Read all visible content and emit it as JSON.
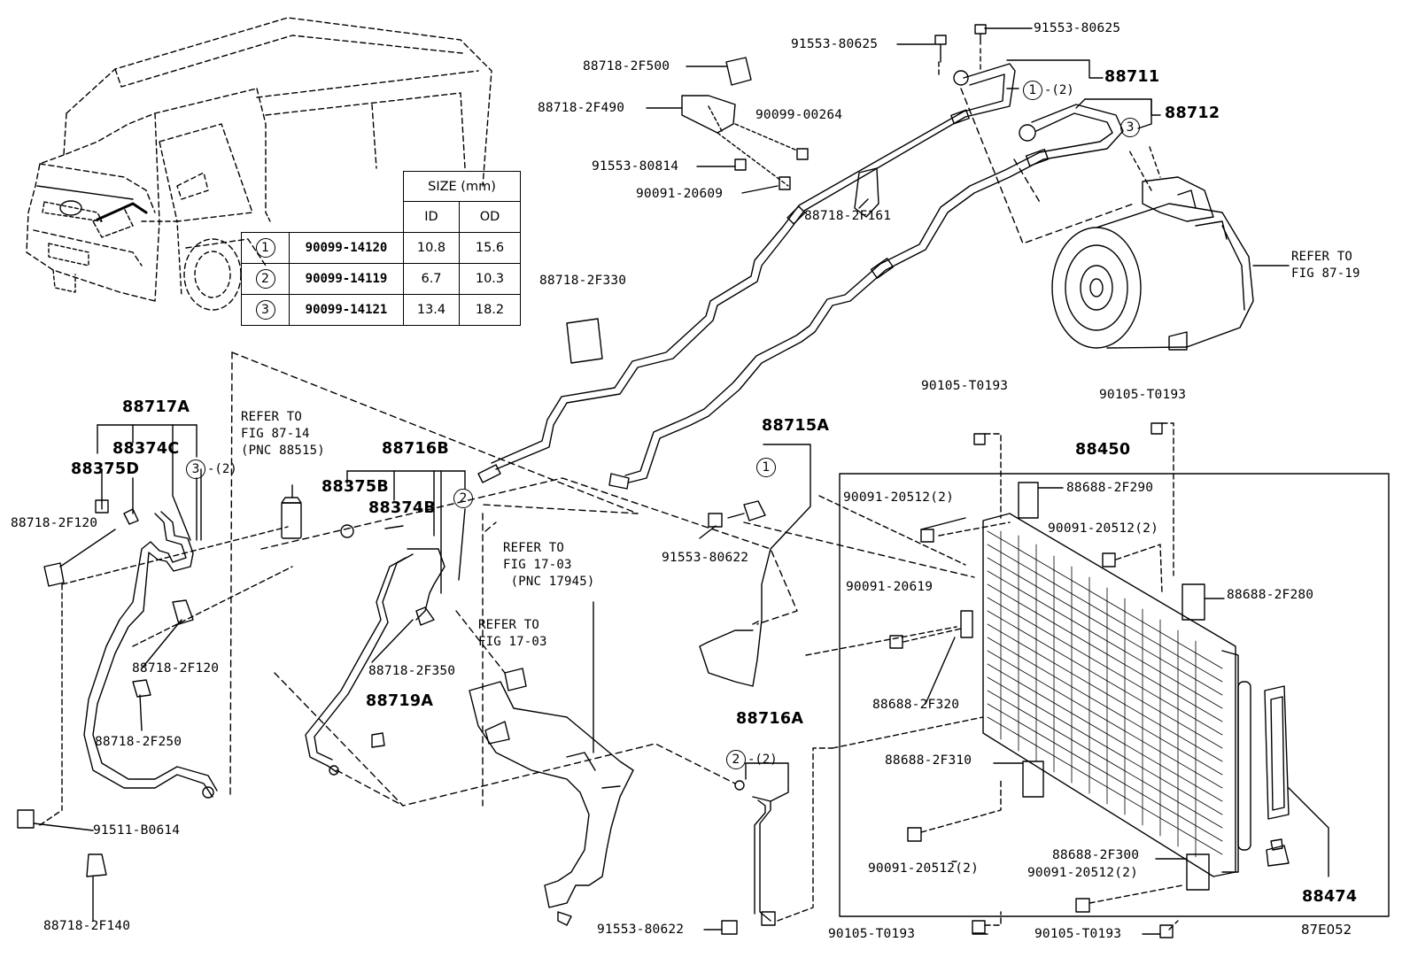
{
  "figure_code": "87E052",
  "size_table": {
    "header": "SIZE (mm)",
    "col_id": "ID",
    "col_od": "OD",
    "rows": [
      {
        "key": "1",
        "part": "90099-14120",
        "id": "10.8",
        "od": "15.6"
      },
      {
        "key": "2",
        "part": "90099-14119",
        "id": "6.7",
        "od": "10.3"
      },
      {
        "key": "3",
        "part": "90099-14121",
        "id": "13.4",
        "od": "18.2"
      }
    ]
  },
  "refs": {
    "fig_87_19": "REFER TO\nFIG 87-19",
    "fig_87_14": "REFER TO\nFIG 87-14\n(PNC 88515)",
    "fig_17_03_pnc": "REFER TO\nFIG 17-03\n (PNC 17945)",
    "fig_17_03": "REFER TO\nFIG 17-03"
  },
  "assemblies": {
    "a88711": "88711",
    "a88712": "88712",
    "a88717A": "88717A",
    "a88374C": "88374C",
    "a88375D": "88375D",
    "a88716B": "88716B",
    "a88375B": "88375B",
    "a88374B": "88374B",
    "a88715A": "88715A",
    "a88716A": "88716A",
    "a88719A": "88719A",
    "a88450": "88450",
    "a88474": "88474"
  },
  "circle_labels": {
    "c1_top": {
      "num": "1",
      "qty": "-(2)"
    },
    "c3_top": {
      "num": "3",
      "qty": ""
    },
    "c3_left": {
      "num": "3",
      "qty": "-(2)"
    },
    "c2_mid": {
      "num": "2",
      "qty": ""
    },
    "c1_mid": {
      "num": "1",
      "qty": ""
    },
    "c2_low": {
      "num": "2",
      "qty": "-(2)"
    }
  },
  "parts": {
    "p91553_80625_a": "91553-80625",
    "p91553_80625_b": "91553-80625",
    "p88718_2F500": "88718-2F500",
    "p88718_2F490": "88718-2F490",
    "p90099_00264": "90099-00264",
    "p91553_80814": "91553-80814",
    "p90091_20609": "90091-20609",
    "p88718_2F161": "88718-2F161",
    "p88718_2F330": "88718-2F330",
    "p90105_T0193_a": "90105-T0193",
    "p90105_T0193_b": "90105-T0193",
    "p88718_2F120_a": "88718-2F120",
    "p88718_2F120_b": "88718-2F120",
    "p88718_2F250": "88718-2F250",
    "p91511_B0614": "91511-B0614",
    "p88718_2F140": "88718-2F140",
    "p88718_2F350": "88718-2F350",
    "p91553_80622_a": "91553-80622",
    "p91553_80622_b": "91553-80622",
    "p90091_20512_a": "90091-20512(2)",
    "p88688_2F290": "88688-2F290",
    "p90091_20512_b": "90091-20512(2)",
    "p88688_2F280": "88688-2F280",
    "p90091_20619": "90091-20619",
    "p88688_2F320": "88688-2F320",
    "p88688_2F310": "88688-2F310",
    "p90091_20512_c": "90091-20512(2)",
    "p88688_2F300": "88688-2F300",
    "p90091_20512_d": "90091-20512(2)",
    "p90105_T0193_c": "90105-T0193",
    "p90105_T0193_d": "90105-T0193"
  }
}
